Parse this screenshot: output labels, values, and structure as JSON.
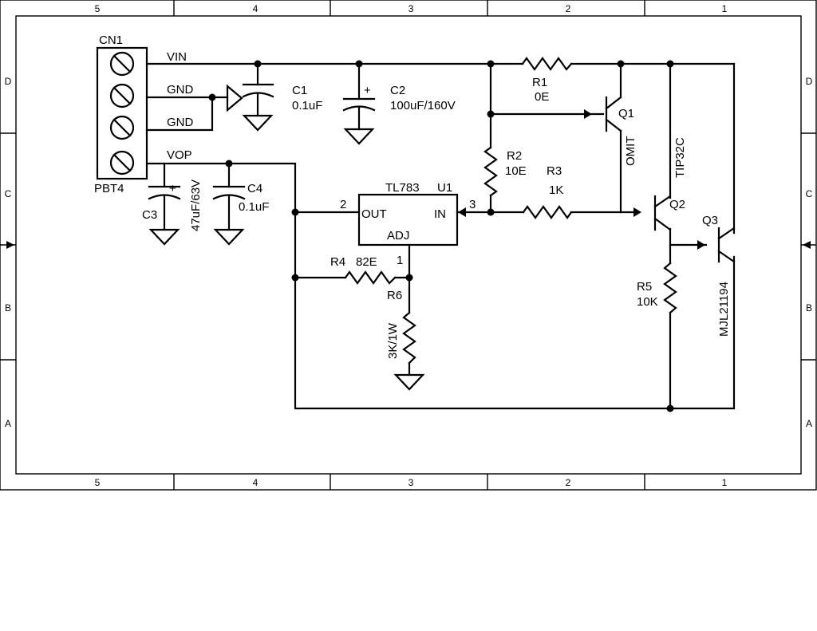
{
  "frame": {
    "columns": [
      "5",
      "4",
      "3",
      "2",
      "1"
    ],
    "rows": [
      "D",
      "C",
      "B",
      "A"
    ]
  },
  "connector": {
    "ref": "CN1",
    "part": "PBT4",
    "pins": [
      "VIN",
      "GND",
      "GND",
      "VOP"
    ]
  },
  "components": {
    "c1": {
      "ref": "C1",
      "value": "0.1uF"
    },
    "c2": {
      "ref": "C2",
      "value": "100uF/160V",
      "polarity": "+"
    },
    "c3": {
      "ref": "C3",
      "value": "47uF/63V",
      "polarity": "+"
    },
    "c4": {
      "ref": "C4",
      "value": "0.1uF"
    },
    "r1": {
      "ref": "R1",
      "value": "0E"
    },
    "r2": {
      "ref": "R2",
      "value": "10E"
    },
    "r3": {
      "ref": "R3",
      "value": "1K"
    },
    "r4": {
      "ref": "R4",
      "value": "82E"
    },
    "r5": {
      "ref": "R5",
      "value": "10K"
    },
    "r6": {
      "ref": "R6",
      "value": "3K/1W"
    },
    "q1": {
      "ref": "Q1",
      "value": "OMIT"
    },
    "q2": {
      "ref": "Q2",
      "value": "TIP32C"
    },
    "q3": {
      "ref": "Q3",
      "value": "MJL21194"
    },
    "u1": {
      "part": "TL783",
      "ref": "U1",
      "pin_out_label": "OUT",
      "pin_in_label": "IN",
      "pin_adj_label": "ADJ",
      "pin_out_num": "2",
      "pin_in_num": "3",
      "pin_adj_num": "1"
    }
  }
}
